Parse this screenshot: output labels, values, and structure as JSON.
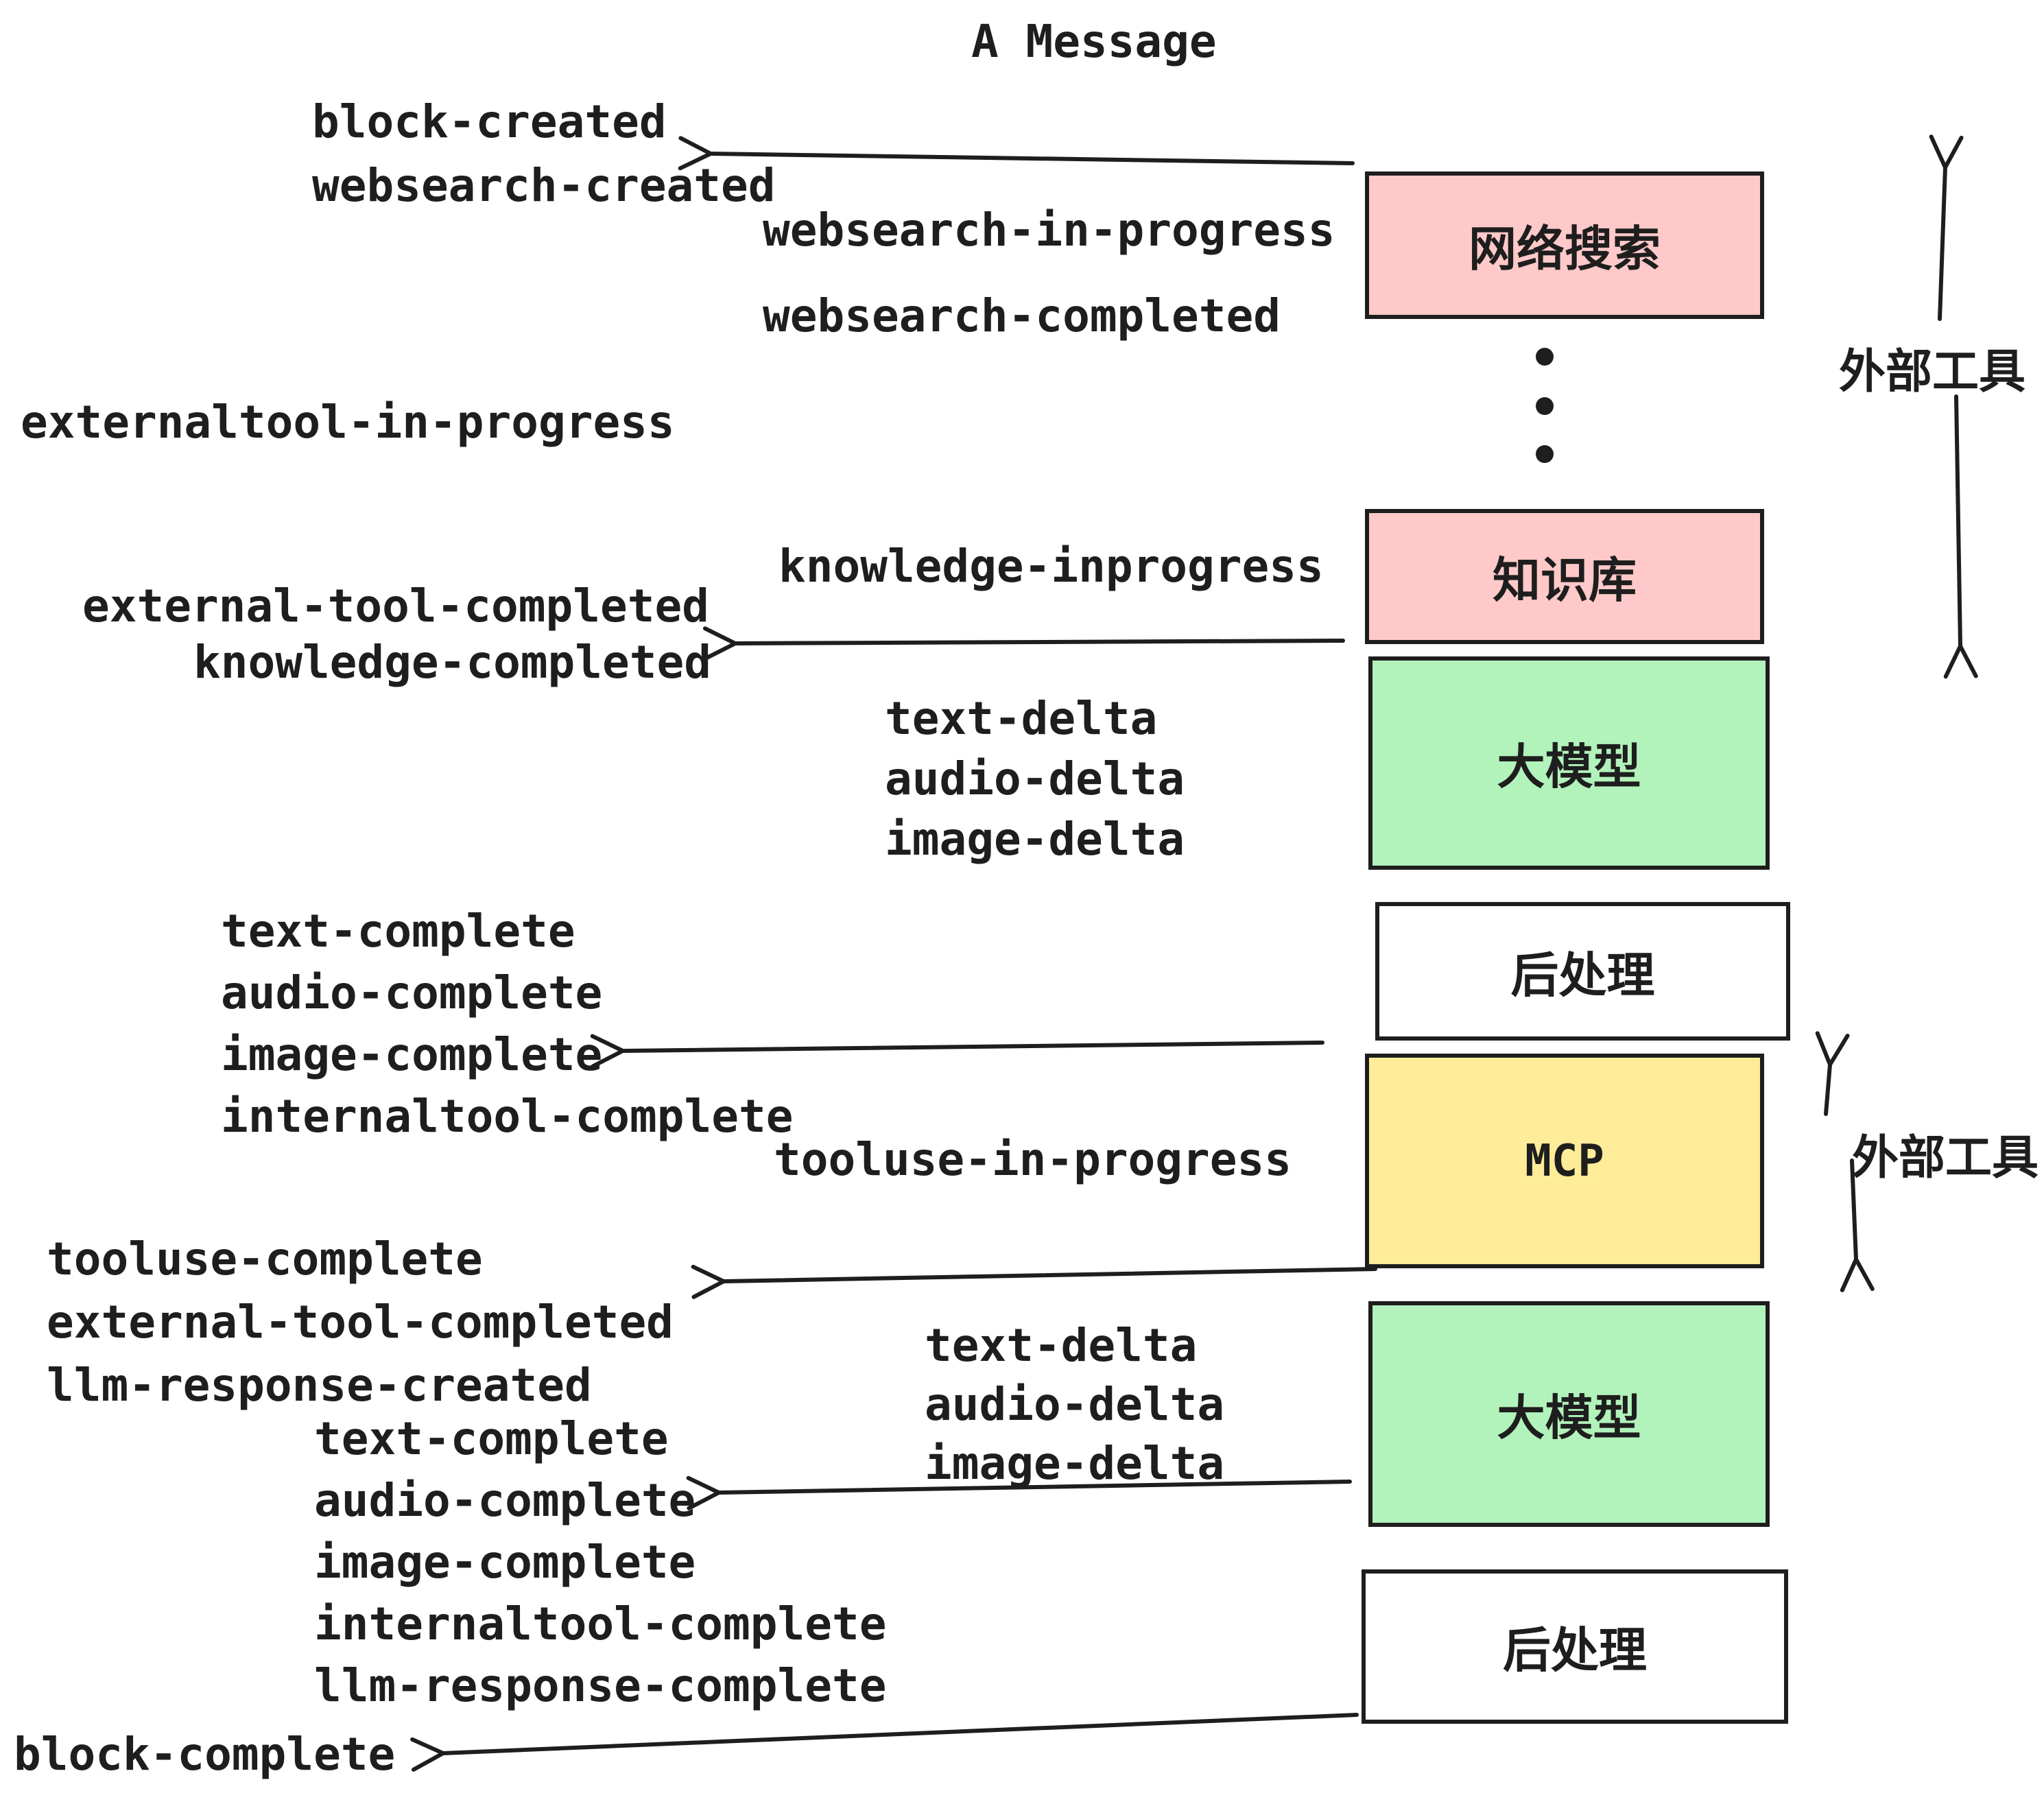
{
  "title": "A Message",
  "colors": {
    "ink": "#1e1e1e",
    "pink": "#ffc9c9",
    "green": "#b2f2bb",
    "yellow": "#ffec99",
    "white": "#ffffff"
  },
  "boxes": {
    "websearch": {
      "label": "网络搜索",
      "color": "#ffc9c9"
    },
    "knowledge": {
      "label": "知识库",
      "color": "#ffc9c9"
    },
    "llm_top": {
      "label": "大模型",
      "color": "#b2f2bb"
    },
    "post_top": {
      "label": "后处理",
      "color": "#ffffff"
    },
    "mcp": {
      "label": "MCP",
      "color": "#ffec99"
    },
    "llm_bottom": {
      "label": "大模型",
      "color": "#b2f2bb"
    },
    "post_bottom": {
      "label": "后处理",
      "color": "#ffffff"
    }
  },
  "side_labels": {
    "external_tools_top": "外部工具",
    "external_tools_bottom": "外部工具"
  },
  "events": {
    "block_created": "block-created",
    "websearch_created": "websearch-created",
    "websearch_in_progress": "websearch-in-progress",
    "websearch_completed": "websearch-completed",
    "externaltool_in_progress": "externaltool-in-progress",
    "knowledge_inprogress": "knowledge-inprogress",
    "external_tool_completed": "external-tool-completed",
    "knowledge_completed": "knowledge-completed",
    "text_delta_1": "text-delta",
    "audio_delta_1": "audio-delta",
    "image_delta_1": "image-delta",
    "text_complete_1": "text-complete",
    "audio_complete_1": "audio-complete",
    "image_complete_1": "image-complete",
    "internaltool_complete_1": "internaltool-complete",
    "tooluse_in_progress": "tooluse-in-progress",
    "tooluse_complete": "tooluse-complete",
    "external_tool_completed_2": "external-tool-completed",
    "llm_response_created": "llm-response-created",
    "text_complete_2": "text-complete",
    "text_delta_2": "text-delta",
    "audio_delta_2": "audio-delta",
    "image_delta_2": "image-delta",
    "audio_complete_2": "audio-complete",
    "image_complete_2": "image-complete",
    "internaltool_complete_2": "internaltool-complete",
    "llm_response_complete": "llm-response-complete",
    "block_complete": "block-complete"
  }
}
